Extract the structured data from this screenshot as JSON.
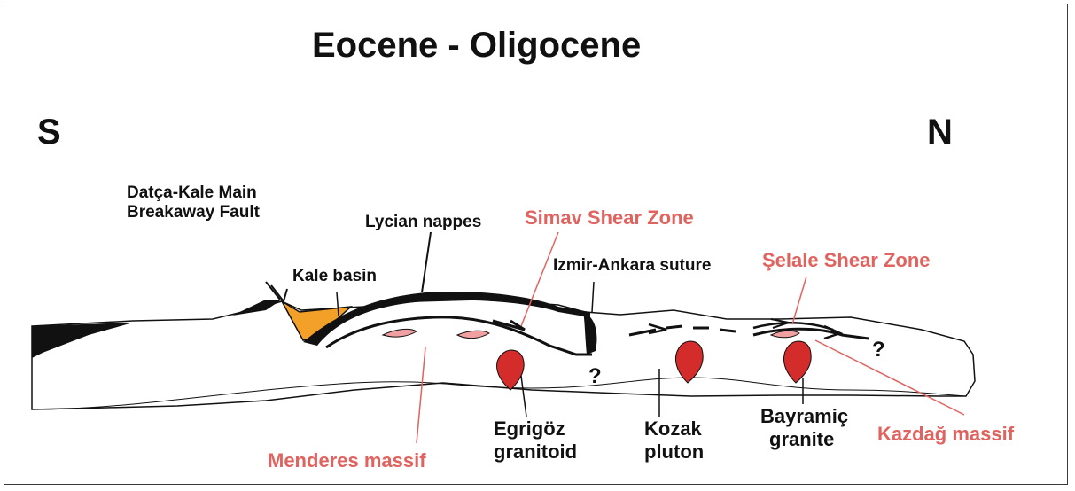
{
  "title": "Eocene - Oligocene",
  "direction": {
    "left": "S",
    "right": "N"
  },
  "labels": {
    "datca_line1": "Datça-Kale Main",
    "datca_line2": "Breakaway Fault",
    "kale_basin": "Kale basin",
    "lycian_nappes": "Lycian nappes",
    "simav": "Simav Shear Zone",
    "izmir": "Izmir-Ankara suture",
    "selale": "Şelale Shear Zone",
    "question_mark": "?",
    "menderes": "Menderes massif",
    "egrigoz_line1": "Egrigöz",
    "egrigoz_line2": "granitoid",
    "kozak_line1": "Kozak",
    "kozak_line2": "pluton",
    "bayramic_line1": "Bayramiç",
    "bayramic_line2": "granite",
    "kazdag": "Kazdağ massif"
  },
  "colors": {
    "accent_red": "#e0635f",
    "pluton_red": "#d42b2b",
    "basin_orange": "#f2a028",
    "lens_pink": "#f0a0a0",
    "ink": "#111111"
  }
}
